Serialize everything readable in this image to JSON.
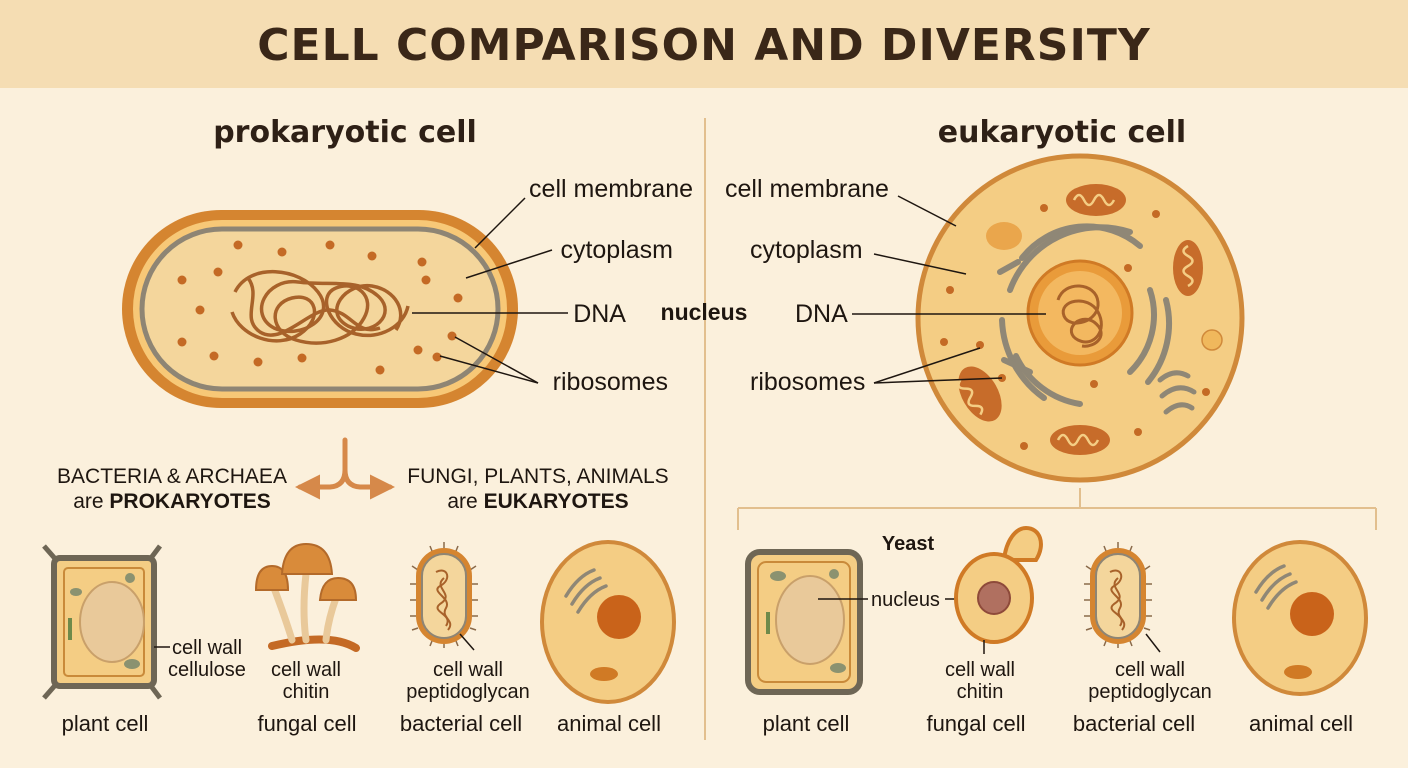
{
  "title": "CELL COMPARISON AND DIVERSITY",
  "prokaryote": {
    "heading": "prokaryotic cell",
    "labels": {
      "cell_membrane": "cell membrane",
      "cytoplasm": "cytoplasm",
      "dna": "DNA",
      "ribosomes": "ribosomes"
    }
  },
  "center_label": "nucleus",
  "eukaryote": {
    "heading": "eukaryotic cell",
    "labels": {
      "cell_membrane": "cell membrane",
      "cytoplasm": "cytoplasm",
      "dna": "DNA",
      "ribosomes": "ribosomes"
    }
  },
  "classification": {
    "left_line1": "BACTERIA & ARCHAEA",
    "left_line2_prefix": "are",
    "left_line2_bold": "PROKARYOTES",
    "right_line1": "FUNGI, PLANTS, ANIMALS",
    "right_line2_prefix": "are",
    "right_line2_bold": "EUKARYOTES"
  },
  "left_examples": {
    "plant": {
      "caption": "plant cell",
      "wall_line1": "cell wall",
      "wall_line2": "cellulose"
    },
    "fungal": {
      "caption": "fungal cell",
      "wall_line1": "cell wall",
      "wall_line2": "chitin"
    },
    "bacterial": {
      "caption": "bacterial cell",
      "wall_line1": "cell wall",
      "wall_line2": "peptidoglycan"
    },
    "animal": {
      "caption": "animal cell"
    }
  },
  "right_examples": {
    "yeast_label": "Yeast",
    "nucleus_label": "nucleus",
    "plant": {
      "caption": "plant cell"
    },
    "fungal": {
      "caption": "fungal cell",
      "wall_line1": "cell wall",
      "wall_line2": "chitin"
    },
    "bacterial": {
      "caption": "bacterial cell",
      "wall_line1": "cell wall",
      "wall_line2": "peptidoglycan"
    },
    "animal": {
      "caption": "animal cell"
    }
  },
  "colors": {
    "background": "#fbf0dc",
    "header": "#f5ddb3",
    "cell_fill": "#f6d08a",
    "cell_outline": "#c98a3a",
    "dark_orange": "#d07a25",
    "nucleus": "#d0701e",
    "organelle_gray": "#8f8776"
  }
}
